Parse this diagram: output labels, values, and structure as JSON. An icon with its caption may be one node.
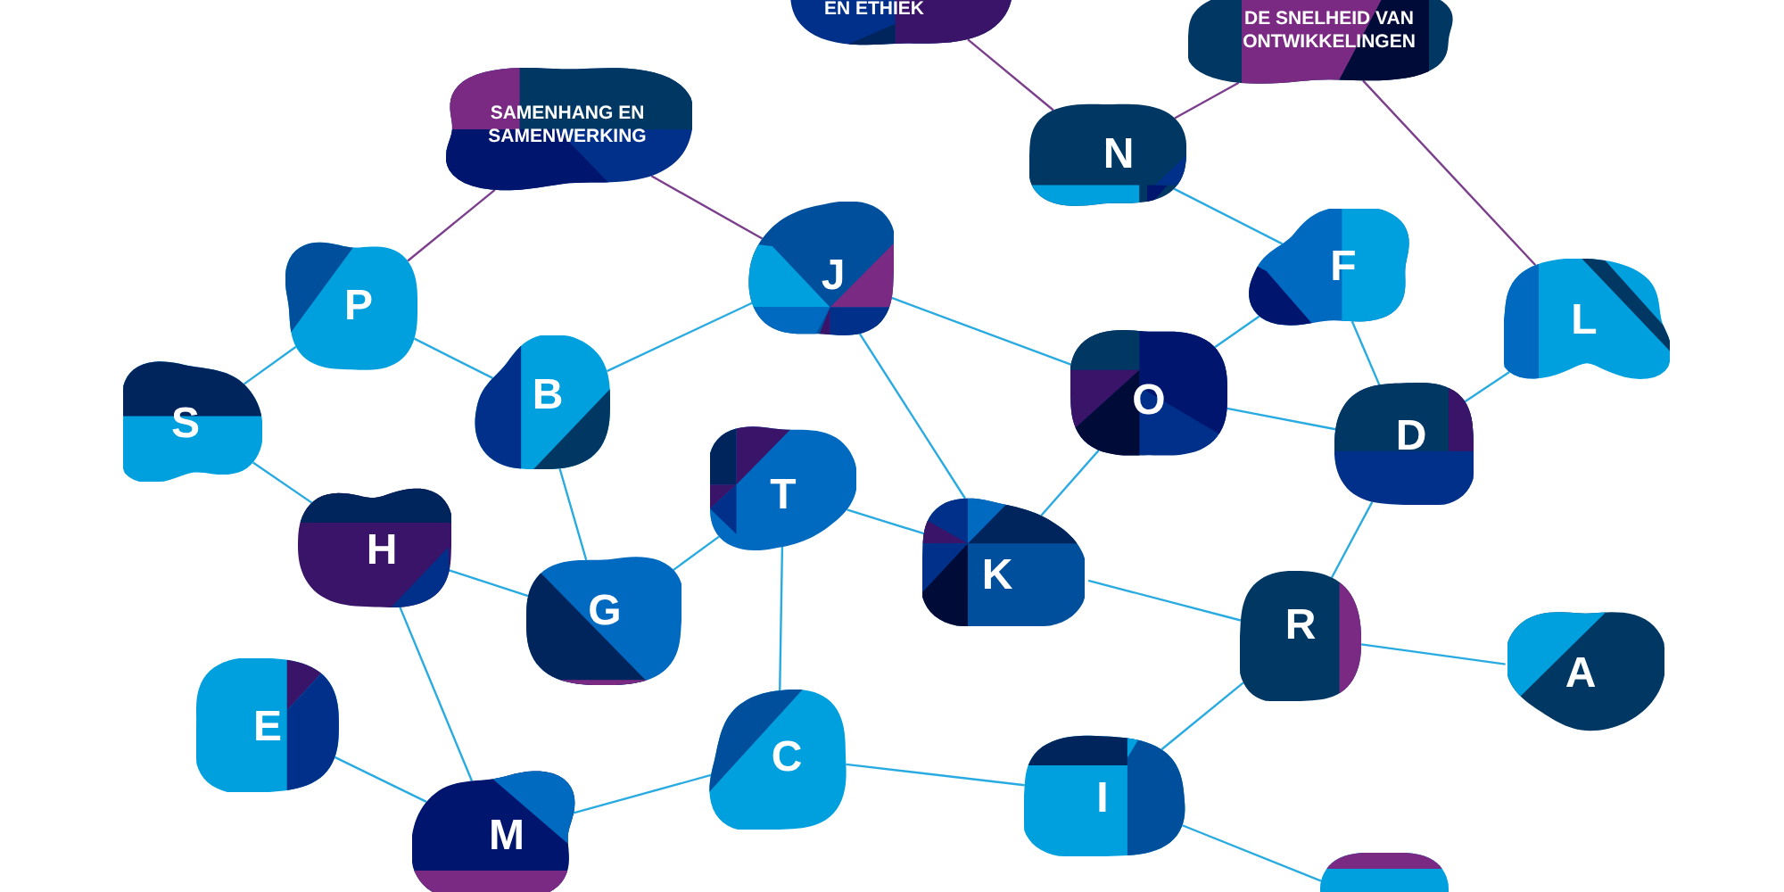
{
  "diagram": {
    "nodes": [
      {
        "text": [
          "EN ETHIEK"
        ]
      },
      {
        "text": [
          "DE SNELHEID VAN ONTWIKKELINGEN"
        ]
      },
      {
        "text": [
          "SAMENHANG EN SAMENWERKING"
        ]
      },
      {
        "text": [
          "N"
        ]
      },
      {
        "text": [
          "P"
        ]
      },
      {
        "text": [
          "J"
        ]
      },
      {
        "text": [
          "F"
        ]
      },
      {
        "text": [
          "L"
        ]
      },
      {
        "text": [
          "S"
        ]
      },
      {
        "text": [
          "B"
        ]
      },
      {
        "text": [
          "O"
        ]
      },
      {
        "text": [
          "D"
        ]
      },
      {
        "text": [
          "T"
        ]
      },
      {
        "text": [
          "H"
        ]
      },
      {
        "text": [
          "K"
        ]
      },
      {
        "text": [
          "G"
        ]
      },
      {
        "text": [
          "R"
        ]
      },
      {
        "text": [
          "A"
        ]
      },
      {
        "text": [
          "E"
        ]
      },
      {
        "text": [
          "C"
        ]
      },
      {
        "text": [
          "I"
        ]
      },
      {
        "text": [
          "M"
        ]
      },
      {
        "text": [],
        "shape": "blob"
      }
    ],
    "edges": [
      {
        "from": 0,
        "to": 3,
        "arrow": "none",
        "color": "#7b3f8c"
      },
      {
        "from": 1,
        "to": 3,
        "arrow": "none",
        "color": "#7b3f8c"
      },
      {
        "from": 1,
        "to": 7,
        "arrow": "none",
        "color": "#7b3f8c"
      },
      {
        "from": 2,
        "to": 4,
        "arrow": "none",
        "color": "#7b3f8c"
      },
      {
        "from": 2,
        "to": 5,
        "arrow": "none",
        "color": "#7b3f8c"
      },
      {
        "from": 4,
        "to": 8,
        "arrow": "none"
      },
      {
        "from": 4,
        "to": 9,
        "arrow": "none"
      },
      {
        "from": 5,
        "to": 9,
        "arrow": "none"
      },
      {
        "from": 5,
        "to": 10,
        "arrow": "none"
      },
      {
        "from": 5,
        "to": 14,
        "arrow": "none"
      },
      {
        "from": 3,
        "to": 6,
        "arrow": "none"
      },
      {
        "from": 6,
        "to": 10,
        "arrow": "none"
      },
      {
        "from": 6,
        "to": 11,
        "arrow": "none"
      },
      {
        "from": 7,
        "to": 11,
        "arrow": "none"
      },
      {
        "from": 10,
        "to": 11,
        "arrow": "none"
      },
      {
        "from": 10,
        "to": 14,
        "arrow": "none"
      },
      {
        "from": 8,
        "to": 13,
        "arrow": "none"
      },
      {
        "from": 9,
        "to": 15,
        "arrow": "none"
      },
      {
        "from": 13,
        "to": 15,
        "arrow": "none"
      },
      {
        "from": 13,
        "to": 21,
        "arrow": "none"
      },
      {
        "from": 12,
        "to": 15,
        "arrow": "none"
      },
      {
        "from": 12,
        "to": 14,
        "arrow": "none"
      },
      {
        "from": 12,
        "to": 19,
        "arrow": "none"
      },
      {
        "from": 14,
        "to": 16,
        "arrow": "none"
      },
      {
        "from": 11,
        "to": 16,
        "arrow": "none"
      },
      {
        "from": 16,
        "to": 17,
        "arrow": "none"
      },
      {
        "from": 16,
        "to": 20,
        "arrow": "none"
      },
      {
        "from": 18,
        "to": 21,
        "arrow": "none"
      },
      {
        "from": 21,
        "to": 19,
        "arrow": "none"
      },
      {
        "from": 19,
        "to": 20,
        "arrow": "none"
      },
      {
        "from": 20,
        "to": 22,
        "arrow": "none"
      }
    ]
  }
}
